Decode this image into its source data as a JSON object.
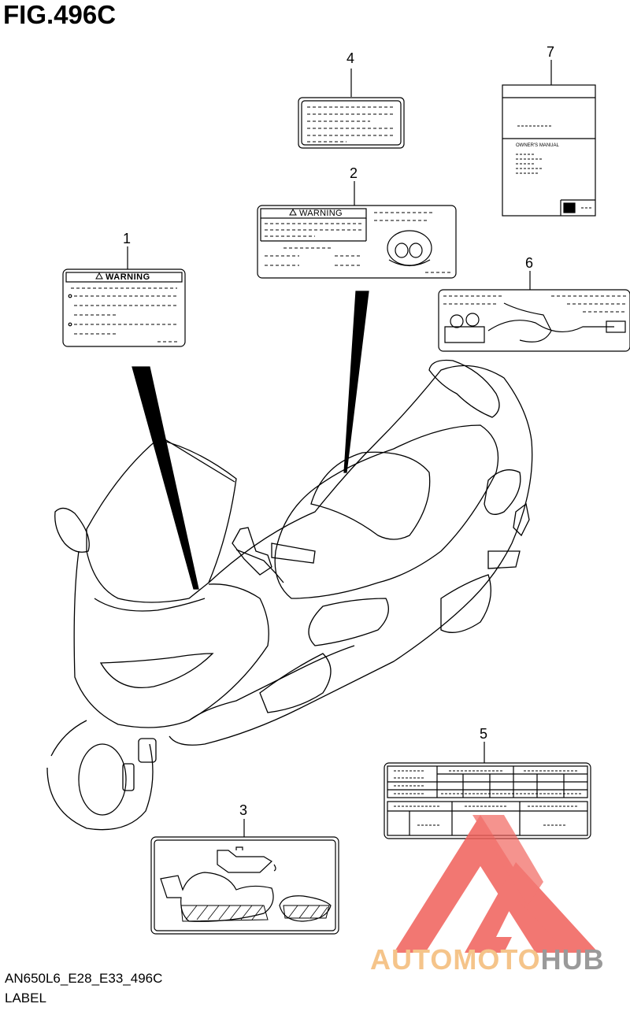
{
  "figure": {
    "title": "FIG.496C"
  },
  "callouts": [
    "1",
    "2",
    "3",
    "4",
    "5",
    "6",
    "7"
  ],
  "labels": {
    "warning_1": "WARNING",
    "warning_2": "WARNING",
    "manual": "OWNER'S MANUAL"
  },
  "footer": {
    "code": "AN650L6_E28_E33_496C",
    "caption": "LABEL"
  },
  "watermark": {
    "part1": "AUTOMOTO",
    "part2": "HUB"
  },
  "colors": {
    "watermark_red": "#f0605a",
    "watermark_orange": "#f5c48a",
    "watermark_gray": "#9a9a9a"
  }
}
